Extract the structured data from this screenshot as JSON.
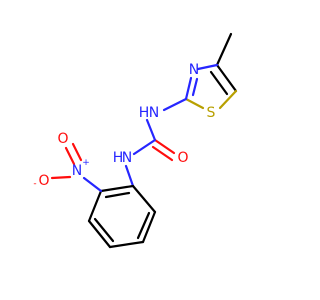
{
  "molecule": {
    "atoms": {
      "thiazole_n": {
        "symbol": "N",
        "color": "#2626ff"
      },
      "thiazole_s": {
        "symbol": "S",
        "color": "#b8a000"
      },
      "amide_nh_top": {
        "symbol": "N",
        "h": "H",
        "color": "#2626ff"
      },
      "amide_nh_bottom": {
        "symbol": "N",
        "h": "H",
        "color": "#2626ff"
      },
      "carbonyl_o": {
        "symbol": "O",
        "color": "#ff0d0d"
      },
      "nitro_n": {
        "symbol": "N",
        "charge": "+",
        "color": "#2626ff"
      },
      "nitro_o_double": {
        "symbol": "O",
        "color": "#ff0d0d"
      },
      "nitro_o_single": {
        "symbol": "O",
        "charge": "-",
        "color": "#ff0d0d"
      }
    }
  }
}
